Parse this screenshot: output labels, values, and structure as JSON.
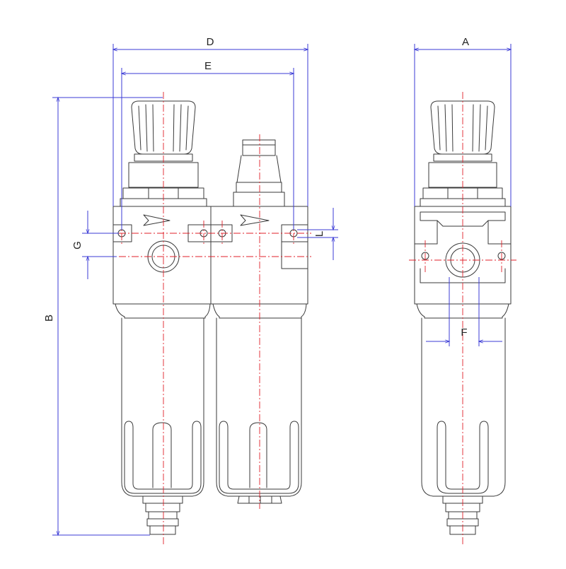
{
  "colors": {
    "outline": "#3a3a3a",
    "dimension": "#3b3bd6",
    "centerline": "#e0202a",
    "background": "#ffffff"
  },
  "dimensions": {
    "A": "A",
    "B": "B",
    "D": "D",
    "E": "E",
    "F": "F",
    "G": "G",
    "L": "L"
  }
}
